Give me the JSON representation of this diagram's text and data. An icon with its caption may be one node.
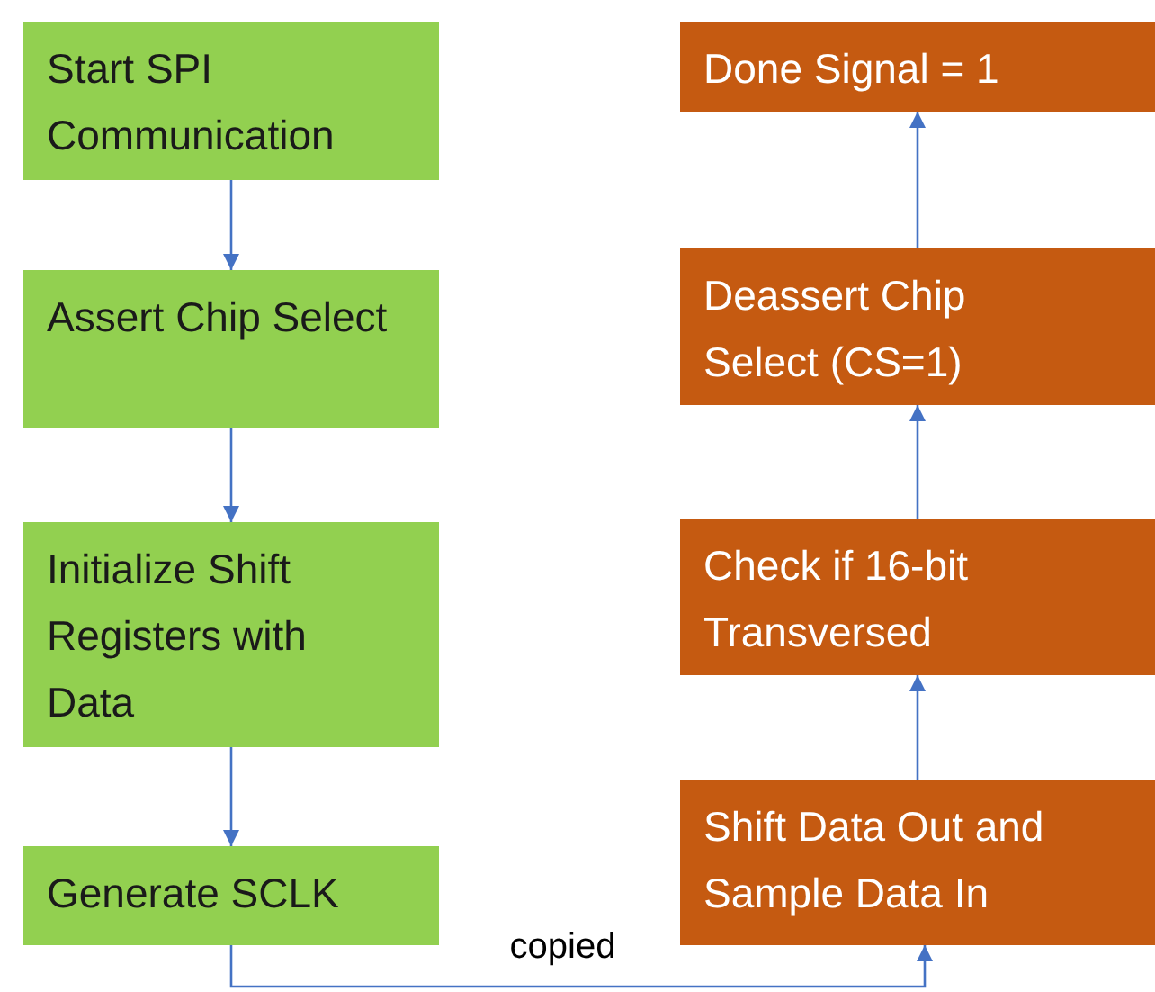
{
  "diagram": {
    "nodes": [
      {
        "text": [
          "Start SPI Communication"
        ]
      },
      {
        "text": [
          "Assert Chip Select"
        ]
      },
      {
        "text": [
          "Initialize Shift Registers with Data"
        ]
      },
      {
        "text": [
          "Generate SCLK"
        ]
      },
      {
        "text": [
          "Done Signal = 1"
        ]
      },
      {
        "text": [
          "Deassert Chip Select (CS=1)"
        ]
      },
      {
        "text": [
          "Check if 16-bit Transversed"
        ]
      },
      {
        "text": [
          "Shift Data Out and Sample Data In"
        ]
      }
    ],
    "edges": [
      {
        "from": 0,
        "to": 1,
        "arrow": "to"
      },
      {
        "from": 1,
        "to": 2,
        "arrow": "to"
      },
      {
        "from": 2,
        "to": 3,
        "arrow": "to"
      },
      {
        "from": 3,
        "to": 7,
        "arrow": "to",
        "label": "copied"
      },
      {
        "from": 7,
        "to": 6,
        "arrow": "to"
      },
      {
        "from": 6,
        "to": 5,
        "arrow": "to"
      },
      {
        "from": 5,
        "to": 4,
        "arrow": "to"
      }
    ]
  }
}
